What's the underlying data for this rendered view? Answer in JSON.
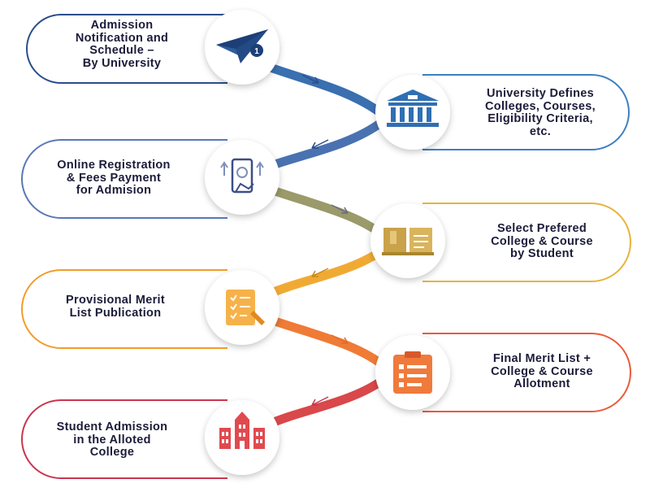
{
  "colors": {
    "step_1": "#2a4e8c",
    "step_2": "#3d7fc4",
    "step_3": "#5b77b8",
    "step_4": "#e6b43c",
    "step_5": "#f29c2b",
    "step_6": "#ea5a3c",
    "step_7": "#c9364d",
    "text": "#1b1b3a"
  },
  "steps": [
    {
      "lines": [
        "Admission",
        "Notification and",
        "Schedule –",
        "By University"
      ],
      "icon": "paper-plane-icon"
    },
    {
      "lines": [
        "University Defines",
        "Colleges, Courses,",
        "Eligibility Criteria,",
        "etc."
      ],
      "icon": "university-building-icon"
    },
    {
      "lines": [
        "Online Registration",
        "& Fees Payment",
        "for Admision"
      ],
      "icon": "online-payment-icon"
    },
    {
      "lines": [
        "Select Prefered",
        "College & Course",
        "by Student"
      ],
      "icon": "open-book-icon"
    },
    {
      "lines": [
        "Provisional Merit",
        "List Publication"
      ],
      "icon": "checklist-icon"
    },
    {
      "lines": [
        "Final Merit List +",
        "College & Course",
        "Allotment"
      ],
      "icon": "clipboard-list-icon"
    },
    {
      "lines": [
        "Student Admission",
        "in the Alloted",
        "College"
      ],
      "icon": "college-building-icon"
    }
  ]
}
